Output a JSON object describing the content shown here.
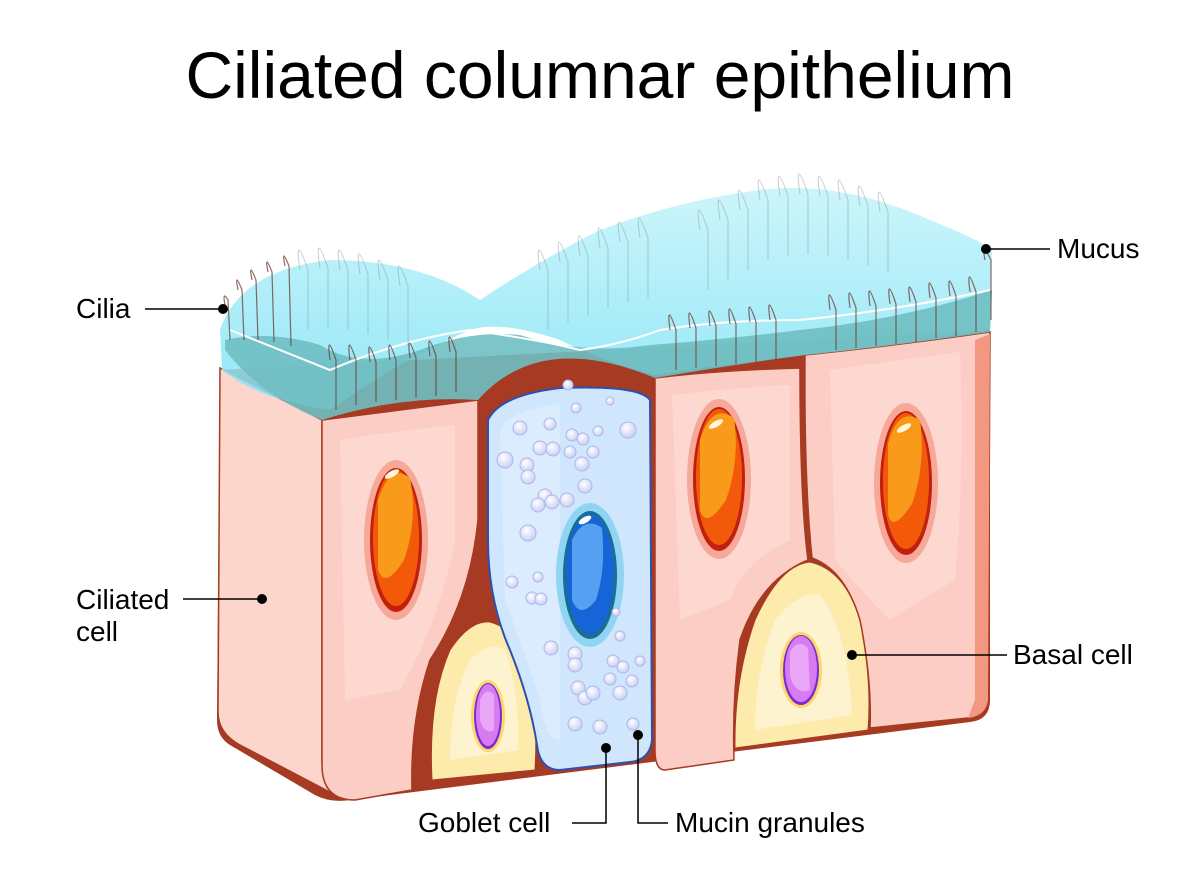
{
  "title": "Ciliated columnar epithelium",
  "labels": {
    "cilia": "Cilia",
    "mucus": "Mucus",
    "ciliated_cell_line1": "Ciliated",
    "ciliated_cell_line2": "cell",
    "basal_cell": "Basal cell",
    "goblet_cell": "Goblet cell",
    "mucin_granules": "Mucin granules"
  },
  "colors": {
    "mucus": "#8fe6f5",
    "mucus_dark": "#6fbfc2",
    "ciliated_cell": "#fbcfc6",
    "ciliated_cell_edge": "#f39880",
    "cell_outline": "#a63a22",
    "intercellular": "#a63a22",
    "nucleus_orange": "#fa9a1a",
    "nucleus_orange_dark": "#f25a0a",
    "goblet_cell": "#cfe6fd",
    "goblet_outline": "#2f4fb0",
    "goblet_nucleus": "#3f8fe6",
    "basal_cell": "#fcebaa",
    "basal_nucleus": "#d77cf0",
    "leader_line": "#000000"
  }
}
